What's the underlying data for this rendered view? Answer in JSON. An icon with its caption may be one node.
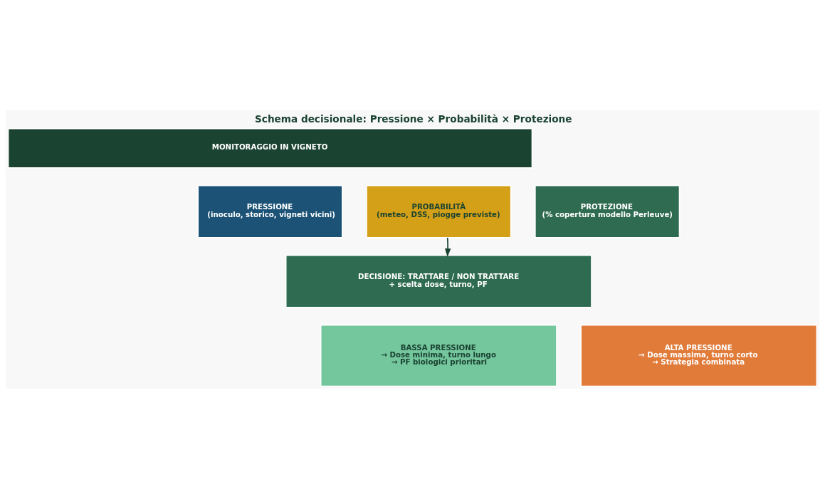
{
  "diagram": {
    "title": "Schema decisionale: Pressione × Probabilità × Protezione",
    "nodes": [
      {
        "text": [
          "MONITORAGGIO IN VIGNETO"
        ]
      },
      {
        "text": [
          "PRESSIONE",
          "(inoculo, storico, vigneti vicini)"
        ]
      },
      {
        "text": [
          "PROBABILITÀ",
          "(meteo, DSS, piogge previste)"
        ]
      },
      {
        "text": [
          "PROTEZIONE",
          "(% copertura modello Perleuve)"
        ]
      },
      {
        "text": [
          "DECISIONE: TRATTARE / NON TRATTARE",
          "+ scelta dose, turno, PF"
        ]
      },
      {
        "text": [
          "BASSA PRESSIONE",
          "→ Dose minima, turno lungo",
          "→ PF biologici prioritari"
        ]
      },
      {
        "text": [
          "ALTA PRESSIONE",
          "→ Dose massima, turno corto",
          "→ Strategia combinata"
        ]
      }
    ],
    "edges": [
      {
        "from": 2,
        "to": 4,
        "arrow": "to"
      }
    ]
  }
}
